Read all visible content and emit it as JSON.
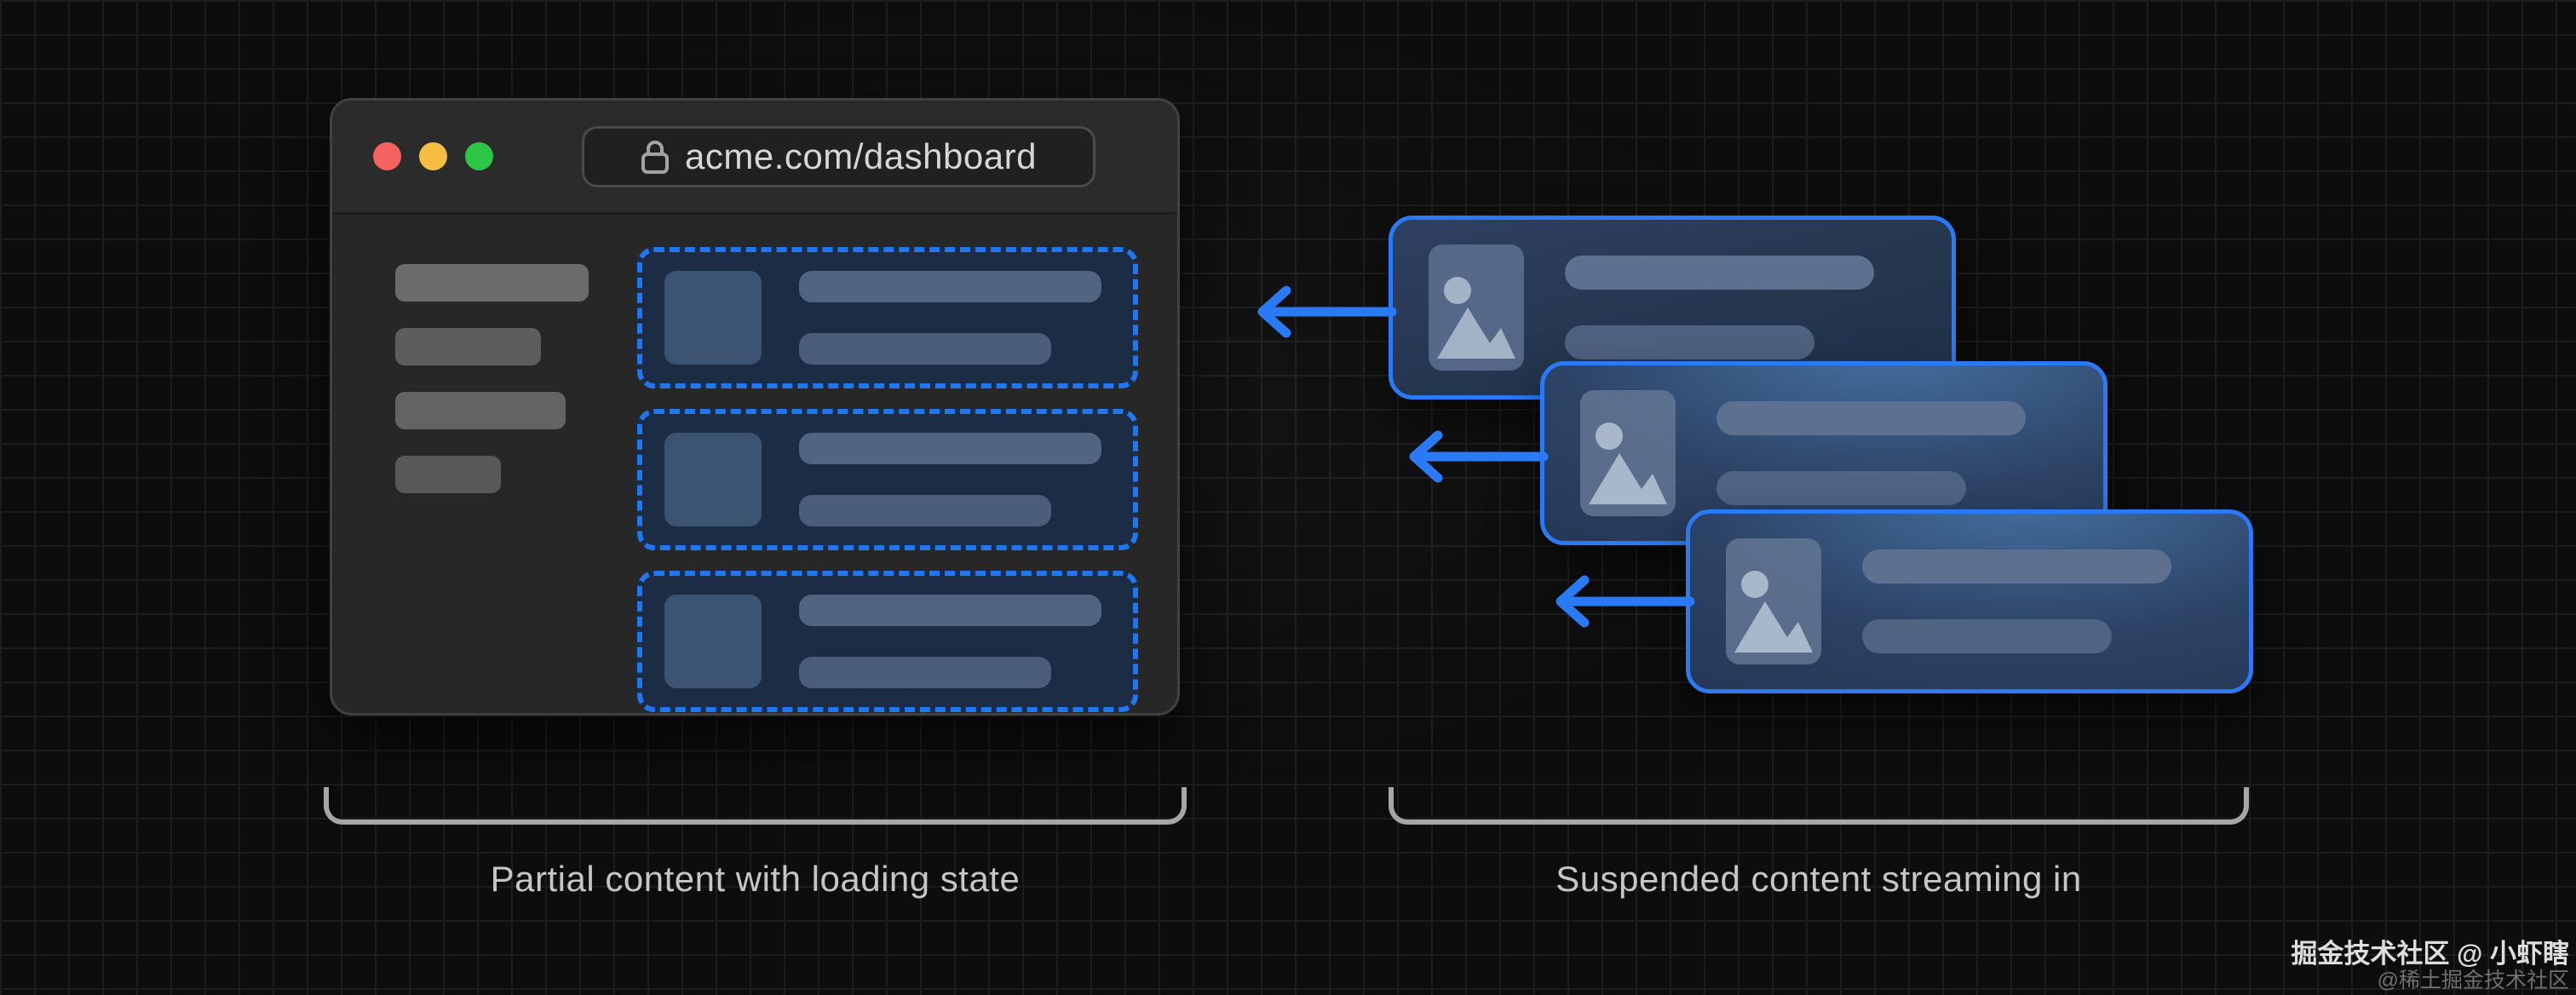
{
  "window": {
    "url": "acme.com/dashboard"
  },
  "captions": {
    "left": "Partial content with loading state",
    "right": "Suspended content streaming in"
  },
  "watermark": {
    "line1": "掘金技术社区 @ 小虾瞎",
    "line2": "@稀土掘金技术社区"
  },
  "icons": {
    "lock": "lock-icon",
    "image_placeholder": "image-placeholder-icon",
    "arrow": "arrow-left-icon"
  },
  "colors": {
    "accent_blue": "#2b7af5",
    "dashed_blue": "#1f78f1",
    "card_navy": "#1d2c45",
    "traffic_red": "#f4635e",
    "traffic_yellow": "#f5bd42",
    "traffic_green": "#2ec649",
    "bracket_gray": "#a6a6a6",
    "background": "#0d0d0d"
  },
  "counts": {
    "skeleton_cards": 3,
    "stream_cards": 3
  }
}
